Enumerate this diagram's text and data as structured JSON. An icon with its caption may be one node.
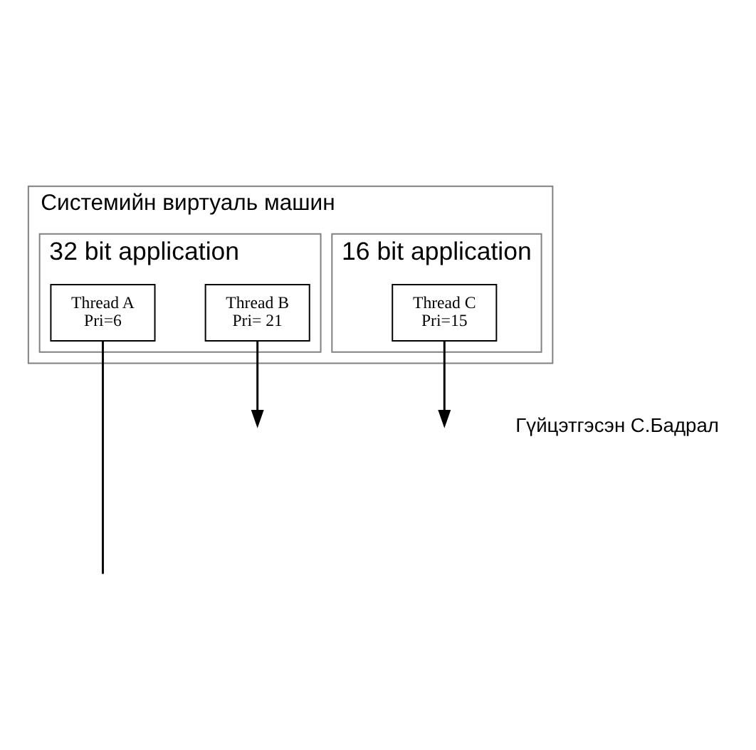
{
  "diagram": {
    "nodes": [
      {
        "text": [
          "Системийн виртуаль машин"
        ]
      },
      {
        "text": [
          "32 bit application"
        ],
        "in": 0
      },
      {
        "text": [
          "Thread A",
          "Pri=6"
        ],
        "in": 1
      },
      {
        "text": [
          "Thread B",
          "Pri= 21"
        ],
        "in": 1
      },
      {
        "text": [
          "16 bit application"
        ],
        "in": 0
      },
      {
        "text": [
          "Thread C",
          "Pri=15"
        ],
        "in": 4
      }
    ],
    "edges": [
      {
        "from": 2,
        "to": null,
        "arrow": "none"
      },
      {
        "from": 3,
        "to": null,
        "arrow": "to"
      },
      {
        "from": 5,
        "to": null,
        "arrow": "to"
      }
    ],
    "labels": [
      "Гүйцэтгэсэн С.Бадрал"
    ]
  }
}
